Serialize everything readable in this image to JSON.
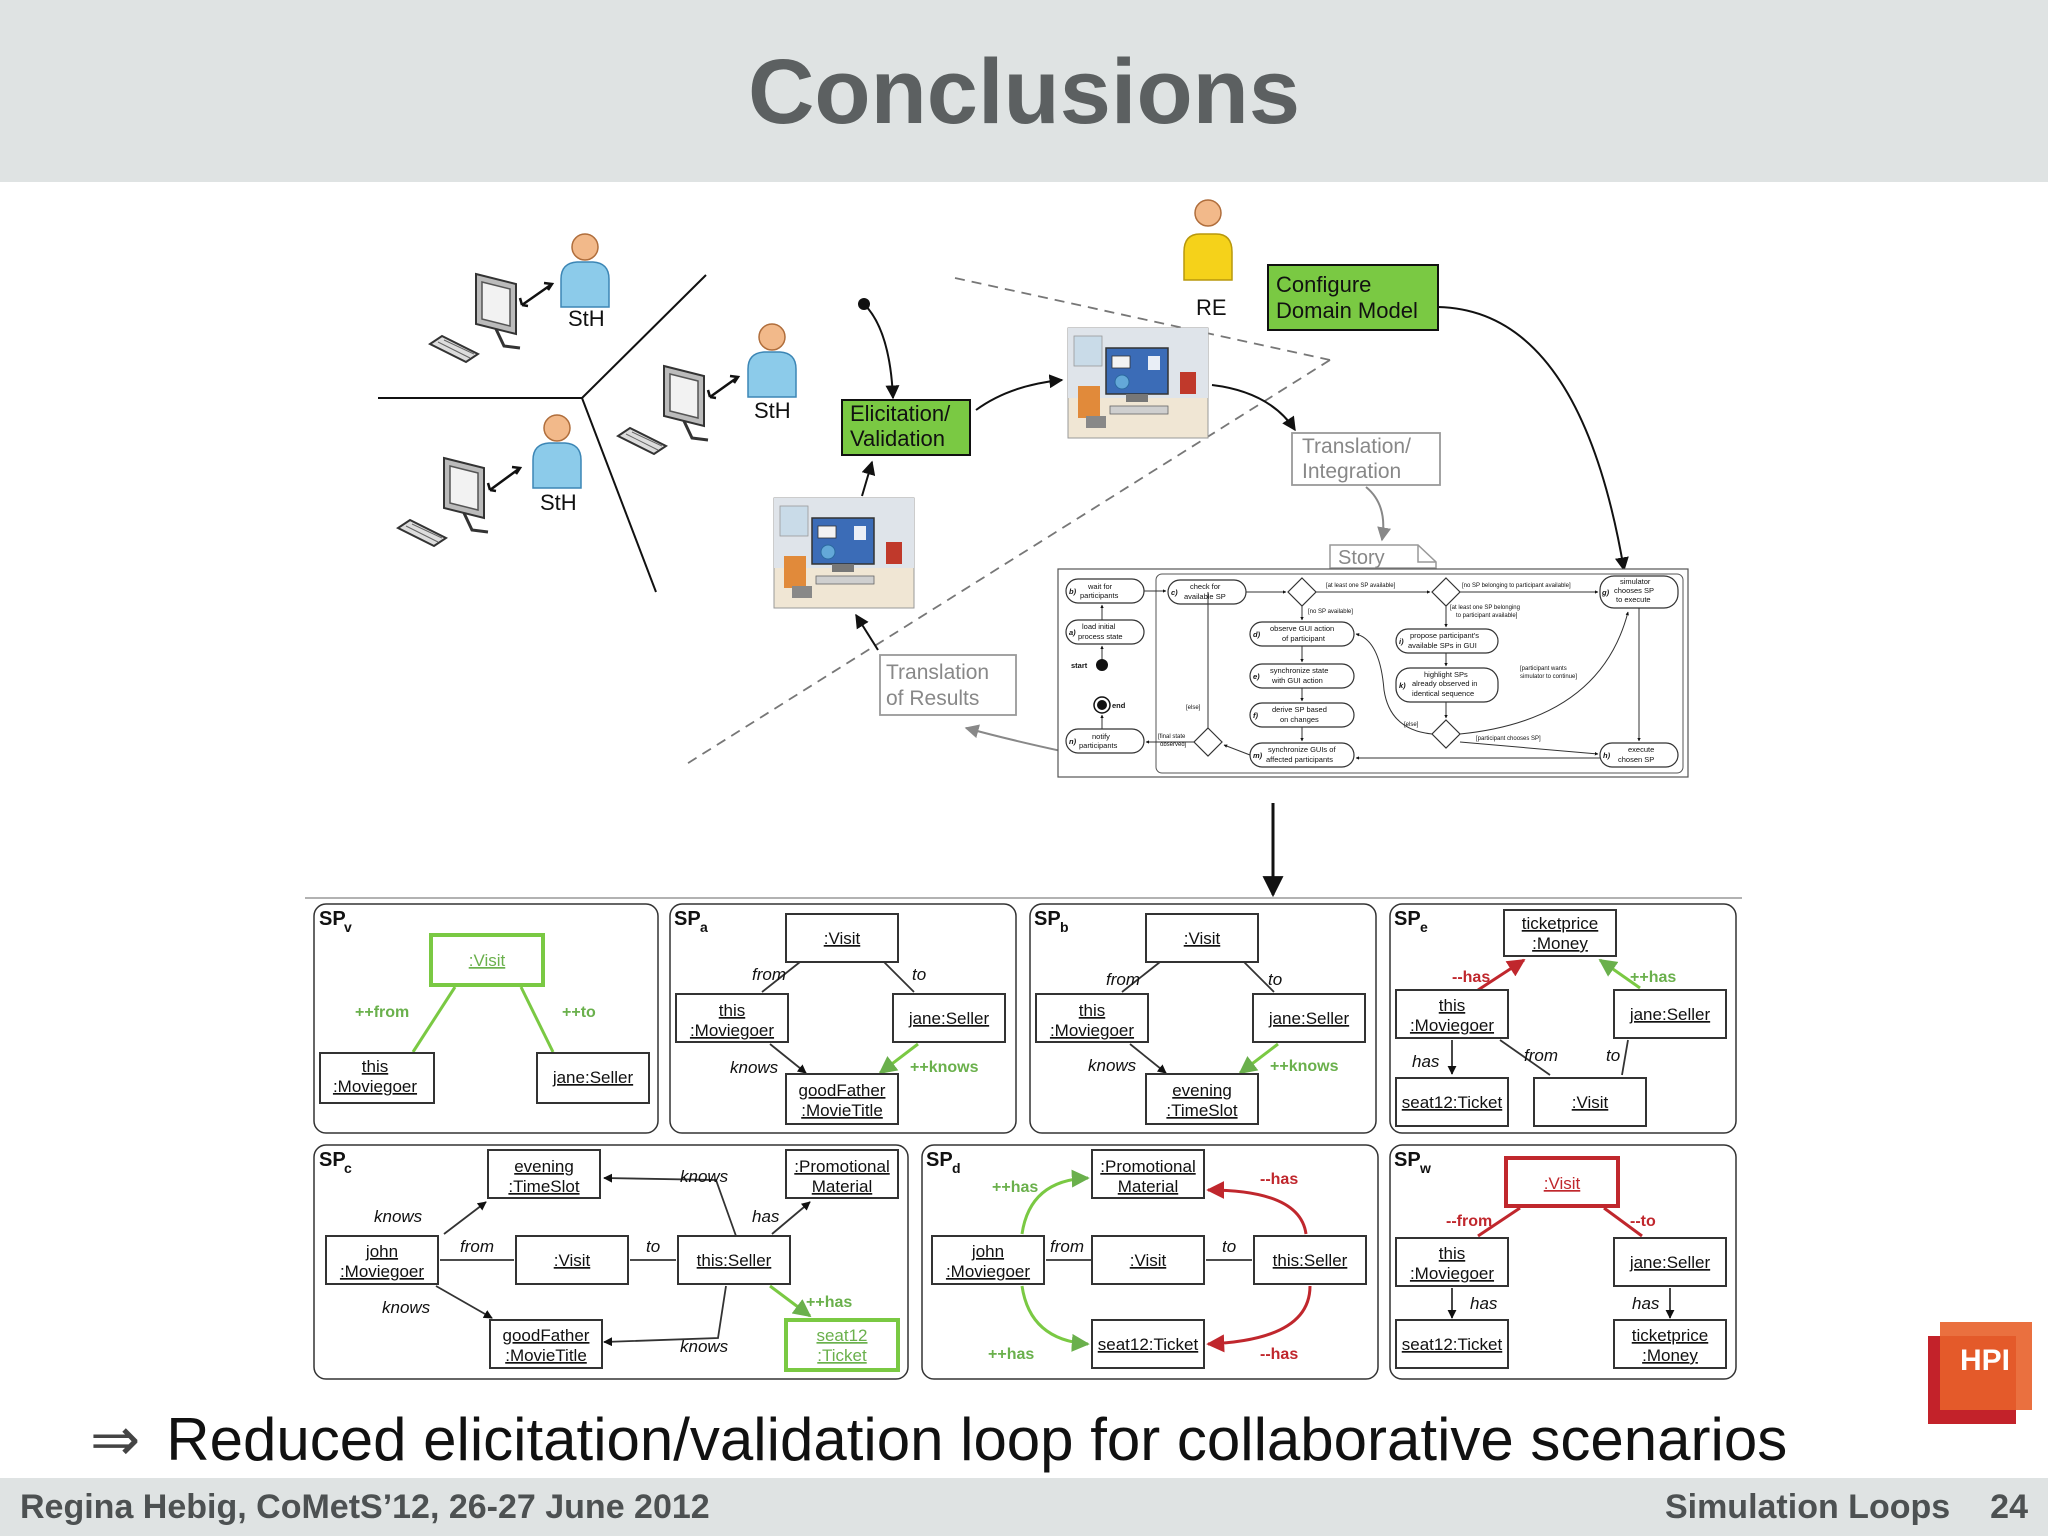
{
  "slide": {
    "title": "Conclusions",
    "conclusion_arrow": "⇒",
    "conclusion_text": "Reduced elicitation/validation loop for collaborative scenarios"
  },
  "footer": {
    "left": "Regina Hebig,  CoMetS’12,  26-27 June 2012",
    "right": "Simulation Loops",
    "page": "24"
  },
  "logo": {
    "text": "HPI"
  },
  "colors": {
    "green_box": "#7ac943",
    "green_arrow": "#6ab04c",
    "red_arrow": "#c0272d",
    "header_bg": "#dfe3e3",
    "title_text": "#5c6061"
  },
  "top": {
    "sth_label": "StH",
    "re_label": "RE",
    "configure_line1": "Configure",
    "configure_line2": "Domain Model",
    "elicitation_line1": "Elicitation/",
    "elicitation_line2": "Validation",
    "translation_int_line1": "Translation/",
    "translation_int_line2": "Integration",
    "story": "Story",
    "translation_res_line1": "Translation",
    "translation_res_line2": "of Results"
  },
  "activity": {
    "b": "b)",
    "b1": "wait for",
    "b2": "participants",
    "a": "a)",
    "a1": "load initial",
    "a2": "process state",
    "start": "start",
    "end": "end",
    "c": "c)",
    "c1": "check for",
    "c2": "available SP",
    "g": "g)",
    "g1": "simulator",
    "g2": "chooses SP",
    "g3": "to execute",
    "d": "d)",
    "d1": "observe GUI action",
    "d2": "of participant",
    "e": "e)",
    "e1": "synchronize state",
    "e2": "with GUI action",
    "f": "f)",
    "f1": "derive SP based",
    "f2": "on changes",
    "i": "i)",
    "i1": "propose participant's",
    "i2": "available SPs in GUI",
    "k": "k)",
    "k1": "highlight SPs",
    "k2": "already observed in",
    "k3": "identical sequence",
    "n": "n)",
    "n1": "notify",
    "n2": "participants",
    "m": "m)",
    "m1": "synchronize GUIs of",
    "m2": "affected participants",
    "h": "h)",
    "h1": "execute",
    "h2": "chosen SP",
    "g_atleast": "[at least one SP available]",
    "g_nosp_part": "[no SP belonging to participant available]",
    "g_nosp": "[no SP available]",
    "g_atleast_part1": "[at least one SP belonging",
    "g_atleast_part2": "to participant available]",
    "g_wants1": "[participant wants",
    "g_wants2": "simulator to continue]",
    "g_else1": "[else]",
    "g_else2": "[else]",
    "g_final1": "[final state",
    "g_final2": "observed]",
    "g_chooses": "[participant chooses SP]"
  },
  "sp": {
    "v": {
      "name": "SP",
      "sub": "v",
      "visit": ":Visit",
      "from": "++from",
      "to": "++to",
      "this1": "this",
      "this2": ":Moviegoer",
      "seller": "jane:Seller"
    },
    "a": {
      "name": "SP",
      "sub": "a",
      "visit": ":Visit",
      "from": "from",
      "to": "to",
      "this1": "this",
      "this2": ":Moviegoer",
      "seller": "jane:Seller",
      "knows": "knows",
      "pknows": "++knows",
      "gf1": "goodFather",
      "gf2": ":MovieTitle"
    },
    "b": {
      "name": "SP",
      "sub": "b",
      "visit": ":Visit",
      "from": "from",
      "to": "to",
      "this1": "this",
      "this2": ":Moviegoer",
      "seller": "jane:Seller",
      "knows": "knows",
      "pknows": "++knows",
      "ev1": "evening",
      "ev2": ":TimeSlot"
    },
    "e": {
      "name": "SP",
      "sub": "e",
      "tp1": "ticketprice",
      "tp2": ":Money",
      "mhas": "--has",
      "phas": "++has",
      "this1": "this",
      "this2": ":Moviegoer",
      "seller": "jane:Seller",
      "has": "has",
      "from": "from",
      "to": "to",
      "seat": "seat12:Ticket",
      "visit": ":Visit"
    },
    "c": {
      "name": "SP",
      "sub": "c",
      "ev1": "evening",
      "ev2": ":TimeSlot",
      "knows_top": "knows",
      "pm1": ":Promotional",
      "pm2": "Material",
      "knows_l": "knows",
      "has": "has",
      "john1": "john",
      "john2": ":Moviegoer",
      "from": "from",
      "visit": ":Visit",
      "to": "to",
      "seller": "this:Seller",
      "phas": "++has",
      "knows_l2": "knows",
      "gf1": "goodFather",
      "gf2": ":MovieTitle",
      "knows_b": "knows",
      "seat1": "seat12",
      "seat2": ":Ticket"
    },
    "d": {
      "name": "SP",
      "sub": "d",
      "phas1": "++has",
      "pm1": ":Promotional",
      "pm2": "Material",
      "mhas1": "--has",
      "john1": "john",
      "john2": ":Moviegoer",
      "from": "from",
      "visit": ":Visit",
      "to": "to",
      "seller": "this:Seller",
      "phas2": "++has",
      "seat": "seat12:Ticket",
      "mhas2": "--has"
    },
    "w": {
      "name": "SP",
      "sub": "w",
      "visit": ":Visit",
      "from": "--from",
      "to": "--to",
      "this1": "this",
      "this2": ":Moviegoer",
      "seller": "jane:Seller",
      "has1": "has",
      "has2": "has",
      "seat": "seat12:Ticket",
      "tp1": "ticketprice",
      "tp2": ":Money"
    }
  }
}
